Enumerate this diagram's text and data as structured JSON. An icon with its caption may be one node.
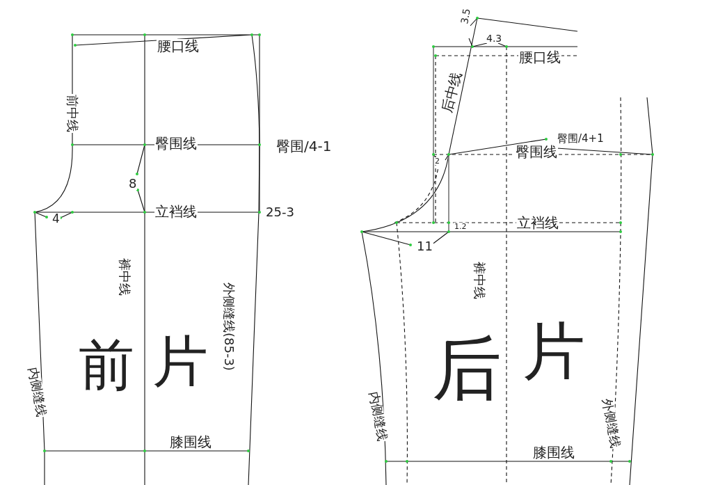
{
  "diagram": {
    "labels": [
      "腰口线",
      "前中线",
      "臀围线",
      "臀围/4-1",
      "8",
      "立裆线",
      "4",
      "25-3",
      "裤中线",
      "外侧缝线(85-3)",
      "内侧缝线",
      "前",
      "片",
      "膝围线",
      "3.5",
      "4.3",
      "腰口线",
      "后中线",
      "臀围/4+1",
      "臀围线",
      "2",
      "立裆线",
      "1.2",
      "11",
      "裤中线",
      "内侧缝线",
      "后",
      "片",
      "外侧缝线",
      "膝围线"
    ]
  }
}
